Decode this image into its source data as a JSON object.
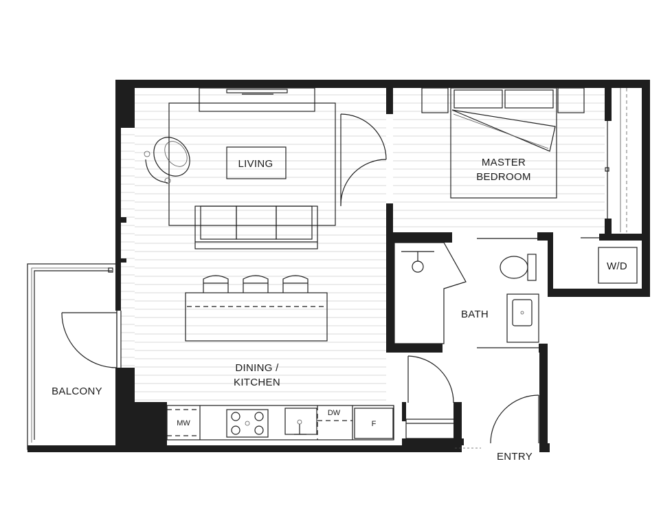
{
  "rooms": {
    "living": "LIVING",
    "master_bedroom_line1": "MASTER",
    "master_bedroom_line2": "BEDROOM",
    "bath": "BATH",
    "wd": "W/D",
    "dining_kitchen_line1": "DINING /",
    "dining_kitchen_line2": "KITCHEN",
    "balcony": "BALCONY",
    "entry": "ENTRY"
  },
  "appliances": {
    "microwave": "MW",
    "dishwasher": "DW",
    "fridge": "F"
  },
  "colors": {
    "wall": "#1e1e1e",
    "floor_lines": "#d9d9d9",
    "background": "#ffffff"
  }
}
